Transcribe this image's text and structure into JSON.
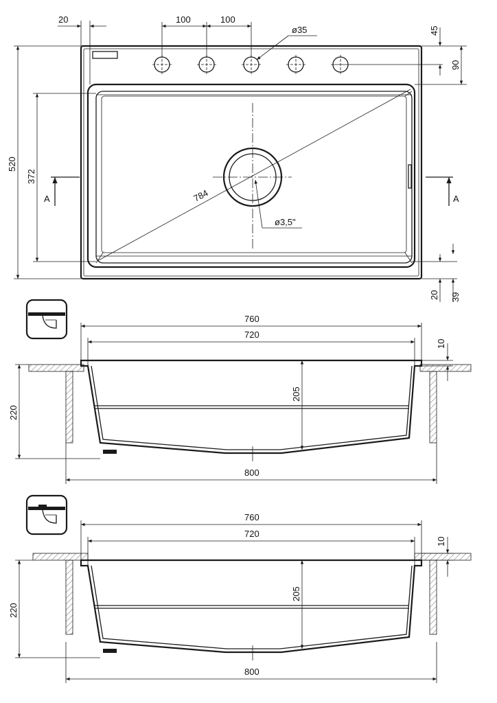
{
  "top_view": {
    "dim_edge_offset": "20",
    "dim_hole_spacing_1": "100",
    "dim_hole_spacing_2": "100",
    "dim_hole_diameter": "ø35",
    "dim_hole_row_offset": "45",
    "dim_bowl_top_offset": "90",
    "dim_total_depth": "520",
    "dim_bowl_depth": "372",
    "dim_diagonal": "784",
    "dim_drain": "ø3,5\"",
    "dim_bottom_offset_1": "20",
    "dim_bottom_offset_2": "39",
    "section_marker_left": "A",
    "section_marker_right": "A"
  },
  "section_1": {
    "dim_width_outer": "760",
    "dim_width_inner": "720",
    "dim_rim": "10",
    "dim_height": "220",
    "dim_depth": "205",
    "dim_cutout": "800"
  },
  "section_2": {
    "dim_width_outer": "760",
    "dim_width_inner": "720",
    "dim_rim": "10",
    "dim_height": "220",
    "dim_depth": "205",
    "dim_cutout": "800"
  }
}
